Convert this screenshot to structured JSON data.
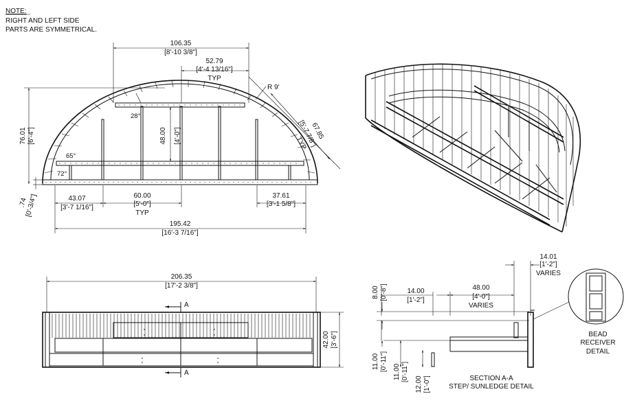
{
  "note": {
    "heading": "NOTE:",
    "line1": "RIGHT AND LEFT SIDE",
    "line2": "PARTS ARE SYMMETRICAL."
  },
  "plan_view": {
    "dim_top_width": "106.35",
    "dim_top_width_ft": "[8'-10 3/8\"]",
    "dim_typ_span": "52.79",
    "dim_typ_span_ft": "[4'-4 13/16\"]",
    "typ": "TYP",
    "radius": "R 9'",
    "angle_28": "28°",
    "angle_65": "65°",
    "angle_72": "72°",
    "dim_height": "76.01",
    "dim_height_ft": "[6'-4\"]",
    "dim_inner": "48.00",
    "dim_inner_ft": "[4'-0\"]",
    "dim_chord": "67.85",
    "dim_chord_ft": "[5'-7 7/8\"]",
    "dim_chord_typ": "TYP",
    "dim_offset": ".74",
    "dim_offset_ft": "[0'-3/4\"]",
    "dim_left": "43.07",
    "dim_left_ft": "[3'-7 1/16\"]",
    "dim_mid": "60.00",
    "dim_mid_ft": "[5'-0\"]",
    "dim_mid_typ": "TYP",
    "dim_right": "37.61",
    "dim_right_ft": "[3'-1 5/8\"]",
    "dim_total": "195.42",
    "dim_total_ft": "[16'-3 7/16\"]"
  },
  "front_view": {
    "dim_width": "206.35",
    "dim_width_ft": "[17'-2 3/8\"]",
    "dim_height": "42.00",
    "dim_height_ft": "[3'-6\"]",
    "section_mark_top": "A",
    "section_mark_bottom": "A"
  },
  "section_view": {
    "dim_varies_top": "14.01",
    "dim_varies_top_ft": "[1'-2\"]",
    "varies_1": "VARIES",
    "dim_step": "14.00",
    "dim_step_ft": "[1'-2\"]",
    "dim_ledge": "48.00",
    "dim_ledge_ft": "[4'-0\"]",
    "varies_2": "VARIES",
    "dim_8": "8.00",
    "dim_8_ft": "[0'-8\"]",
    "dim_11a": "11.00",
    "dim_11a_ft": "[0'-11\"]",
    "dim_11b": "11.00",
    "dim_11b_ft": "[0'-11\"]",
    "dim_12": "12.00",
    "dim_12_ft": "[1'-0\"]",
    "title": "SECTION A-A",
    "subtitle": "STEP/ SUNLEDGE DETAIL"
  },
  "detail": {
    "line1": "BEAD",
    "line2": "RECEIVER",
    "line3": "DETAIL"
  }
}
